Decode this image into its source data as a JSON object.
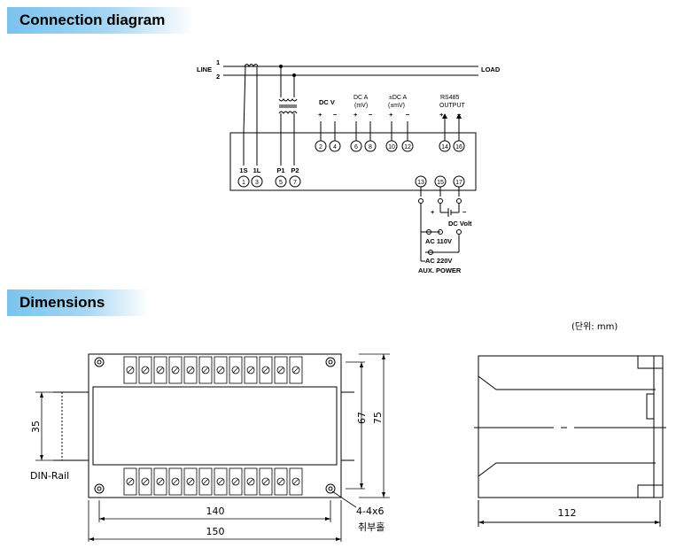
{
  "sections": {
    "connection": "Connection  diagram",
    "dimensions": "Dimensions"
  },
  "connection": {
    "line": "LINE",
    "load": "LOAD",
    "line_num1": "1",
    "line_num2": "2",
    "dcv": "DC V",
    "dca_mv": "DC A",
    "dca_mv2": "(mV)",
    "pm_dca": "±DC A",
    "pm_mv": "(±mV)",
    "rs485": "RS485",
    "output": "OUTPUT",
    "plus": "+",
    "minus": "−",
    "terminals_top": [
      "2",
      "4",
      "6",
      "8",
      "10",
      "12",
      "14",
      "16"
    ],
    "terminals_bottom": [
      "1",
      "3",
      "5",
      "7"
    ],
    "bottom_labels": [
      "1S",
      "1L",
      "P1",
      "P2"
    ],
    "aux_terminals": [
      "13",
      "15",
      "17"
    ],
    "dc_volt": "DC Volt",
    "ac110": "AC 110V",
    "ac220": "AC 220V",
    "aux_power": "AUX. POWER"
  },
  "dimensions": {
    "unit_note": "(단위: mm)",
    "w140": "140",
    "w150": "150",
    "h67": "67",
    "h75": "75",
    "h35": "35",
    "din_rail": "DIN-Rail",
    "mount_holes": "4-4x6",
    "mount_holes_kr": "취부홀",
    "depth": "112"
  }
}
